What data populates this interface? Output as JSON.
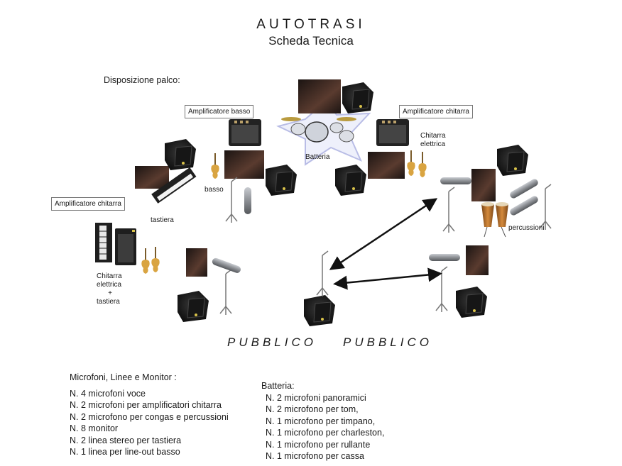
{
  "header": {
    "title": "AUTOTRASI",
    "subtitle": "Scheda Tecnica"
  },
  "stage": {
    "section_label": "Disposizione palco:",
    "amp_basso": "Amplificatore basso",
    "amp_chitarra_right": "Amplificatore chitarra",
    "amp_chitarra_left": "Amplificatore chitarra",
    "batteria": "Batteria",
    "basso": "basso",
    "tastiera": "tastiera",
    "percussioni": "percussioni",
    "chitarra_elettrica_right": [
      "Chitarra",
      "elettrica"
    ],
    "chitarra_tastiera_left": [
      "Chitarra",
      "elettrica",
      "+",
      "tastiera"
    ],
    "pubblico_left": "PUBBLICO",
    "pubblico_right": "PUBBLICO"
  },
  "lists": {
    "microfoni": {
      "heading": "Microfoni, Linee e Monitor :",
      "items": [
        "N. 4 microfoni voce",
        "N. 2 microfoni per amplificatori chitarra",
        "N. 2 microfono per congas e percussioni",
        "N. 8 monitor",
        "N. 2  linea stereo per tastiera",
        "N. 1 linea per line-out basso"
      ]
    },
    "batteria": {
      "heading": "Batteria:",
      "items": [
        "N. 2 microfoni panoramici",
        "N. 2 microfono per tom,",
        "N. 1 microfono per timpano,",
        "N. 1 microfono per charleston,",
        "N. 1 microfono per rullante",
        "N. 1 microfono per cassa"
      ]
    }
  },
  "colors": {
    "monitor": "#1c1c1c",
    "photo": "#3a2a26",
    "mic": "#8c8f94",
    "star": "#b9bde6",
    "conga": "#b8732e"
  }
}
